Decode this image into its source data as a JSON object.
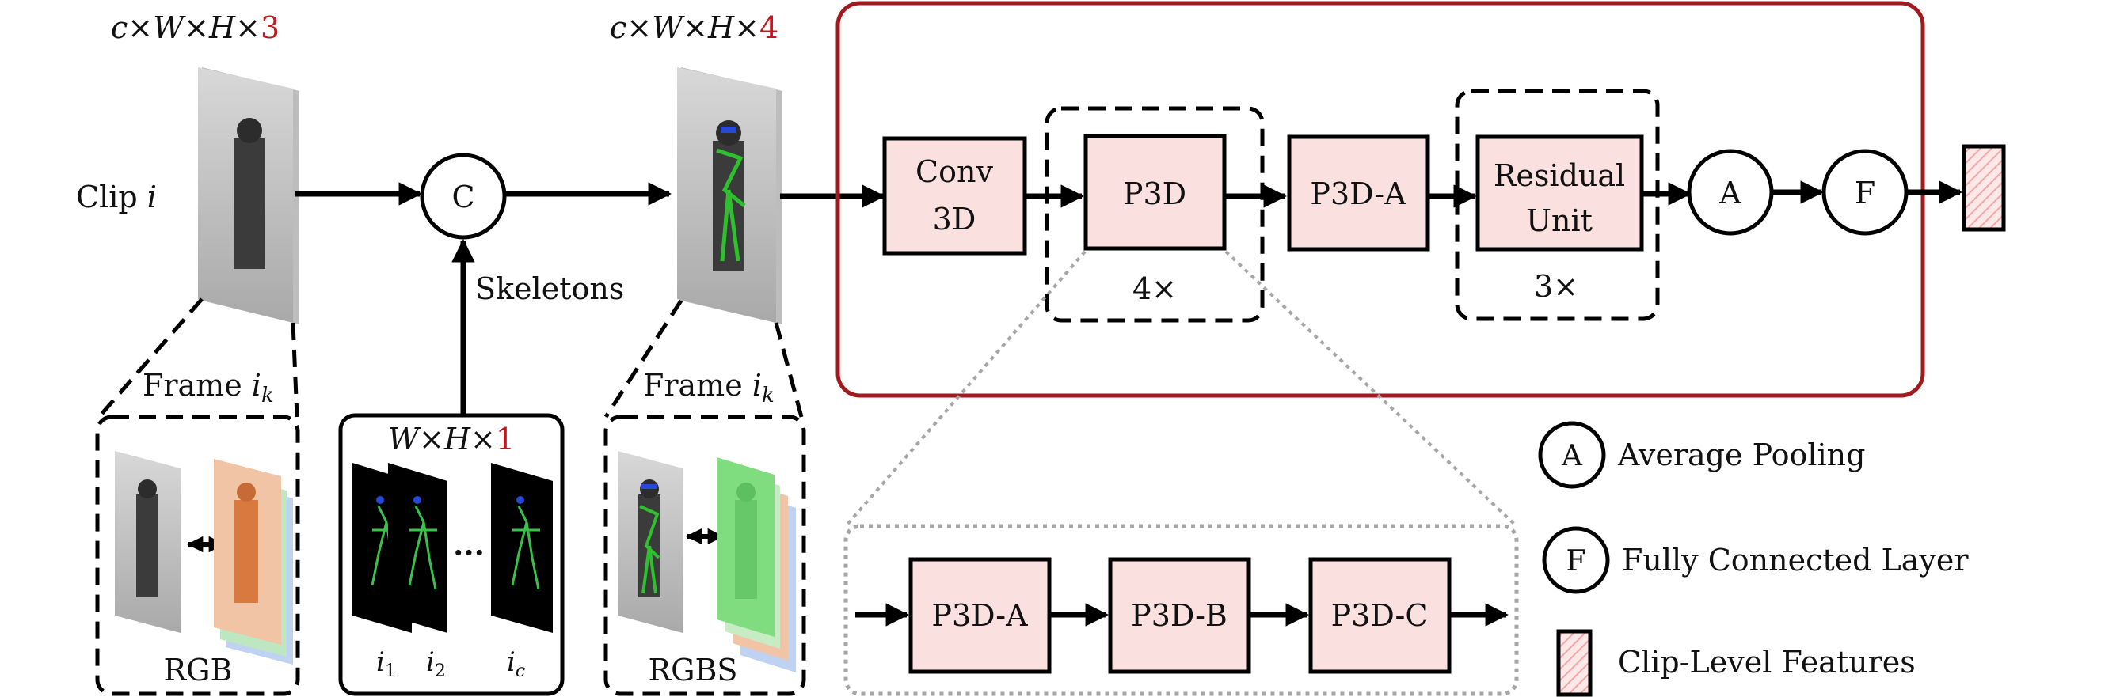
{
  "top_dims": {
    "clip": {
      "prefix": "c×W×H×",
      "suffix": "3"
    },
    "rgbs": {
      "prefix": "c×W×H×",
      "suffix": "4"
    }
  },
  "labels": {
    "clip_i": "Clip ",
    "clip_i_var": "i",
    "concat": "C",
    "skeletons": "Skeletons",
    "frame_left": "Frame ",
    "frame_right": "Frame ",
    "frame_var": "i",
    "frame_sub": "k",
    "rgb": "RGB",
    "rgbs": "RGBS",
    "skel_dims_prefix": "W×H×",
    "skel_dims_suffix": "1",
    "skel_i1": "i",
    "skel_i1_sub": "1",
    "skel_i2": "i",
    "skel_i2_sub": "2",
    "skel_ic": "i",
    "skel_ic_sub": "c",
    "dots": "···"
  },
  "network": {
    "conv3d_l1": "Conv",
    "conv3d_l2": "3D",
    "p3d": "P3D",
    "p3d_repeat": "4×",
    "p3d_a": "P3D-A",
    "residual_l1": "Residual",
    "residual_l2": "Unit",
    "residual_repeat": "3×",
    "avg": "A",
    "fc": "F"
  },
  "expanded": {
    "a": "P3D-A",
    "b": "P3D-B",
    "c": "P3D-C"
  },
  "legend": {
    "avg_symbol": "A",
    "avg_text": "Average Pooling",
    "fc_symbol": "F",
    "fc_text": "Fully Connected Layer",
    "feat_text": "Clip-Level Features"
  },
  "colors": {
    "block_fill": "#fbe0e0",
    "network_frame": "#a01a1e",
    "accent_red": "#c0171e"
  }
}
